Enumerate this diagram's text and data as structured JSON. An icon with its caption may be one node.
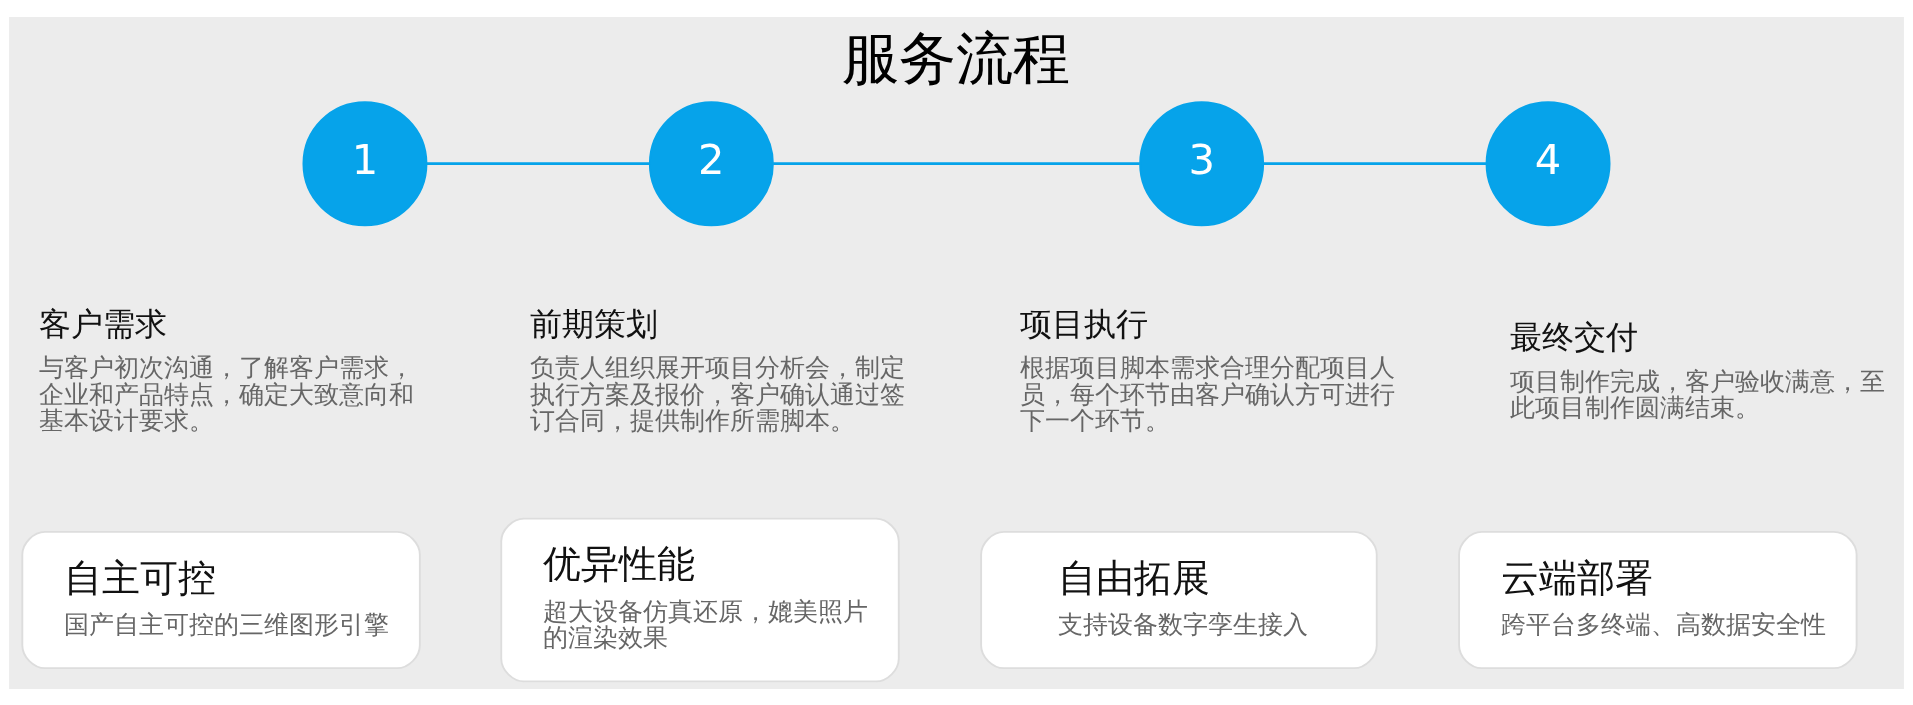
{
  "diagram": {
    "title": "服务流程",
    "nodes": [
      {
        "text": [
          "1"
        ],
        "beside": [
          "客户需求",
          "与客户初次沟通，了解客户需求，企业和产品特点，确定大致意向和基本设计要求。"
        ]
      },
      {
        "text": [
          "2"
        ],
        "beside": [
          "前期策划",
          "负责人组织展开项目分析会，制定执行方案及报价，客户确认通过签订合同，提供制作所需脚本。"
        ]
      },
      {
        "text": [
          "3"
        ],
        "beside": [
          "项目执行",
          "根据项目脚本需求合理分配项目人员，每个环节由客户确认方可进行下一个环节。"
        ]
      },
      {
        "text": [
          "4"
        ],
        "beside": [
          "最终交付",
          "项目制作完成，客户验收满意，至此项目制作圆满结束。"
        ]
      },
      {
        "text": [
          "自主可控",
          "国产自主可控的三维图形引擎"
        ]
      },
      {
        "text": [
          "优异性能",
          "超大设备仿真还原，媲美照片的渲染效果"
        ]
      },
      {
        "text": [
          "自由拓展",
          "支持设备数字孪生接入"
        ]
      },
      {
        "text": [
          "云端部署",
          "跨平台多终端、高数据安全性"
        ]
      }
    ],
    "edges": [
      {
        "from": 0,
        "to": 1,
        "arrow": "none"
      },
      {
        "from": 1,
        "to": 2,
        "arrow": "none"
      },
      {
        "from": 2,
        "to": 3,
        "arrow": "none"
      }
    ]
  }
}
